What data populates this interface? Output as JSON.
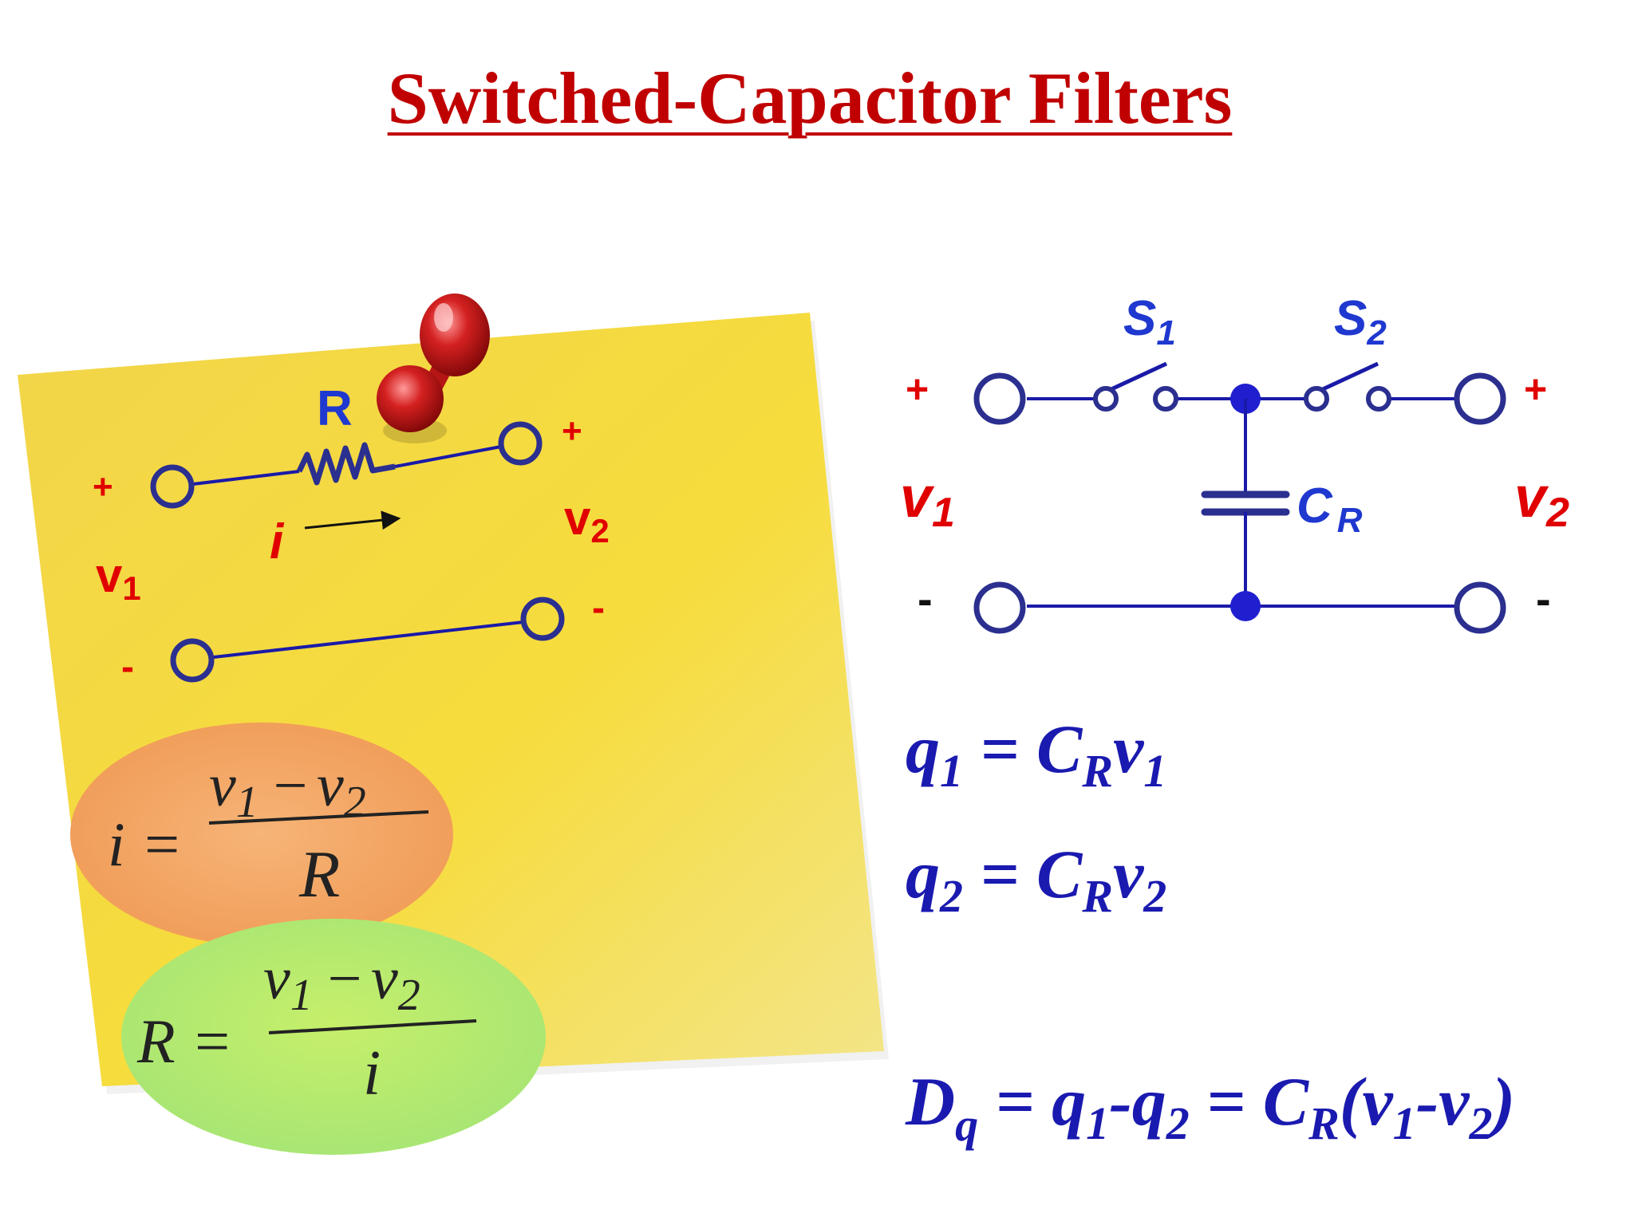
{
  "title": "Switched-Capacitor Filters",
  "colors": {
    "title": "#c00000",
    "label_red": "#e00000",
    "label_blue": "#1f38d0",
    "wire": "#1a1aa8",
    "terminal": "#2b2f8f",
    "equation": "#1a1ab0",
    "note_yellow": "#f7dc45",
    "ellipse_orange": "#f5a35c",
    "ellipse_green": "#b8ea5a"
  },
  "resistor_circuit": {
    "resistor_label": "R",
    "current_label": "i",
    "plus_left": "+",
    "plus_right": "+",
    "minus_left": "-",
    "minus_right": "-",
    "v1": "v",
    "v1_sub": "1",
    "v2": "v",
    "v2_sub": "2"
  },
  "formulas": {
    "current": {
      "lhs": "i =",
      "num_a": "v",
      "num_a_sub": "1",
      "minus": "−",
      "num_b": "v",
      "num_b_sub": "2",
      "den": "R"
    },
    "resistance": {
      "lhs": "R =",
      "num_a": "v",
      "num_a_sub": "1",
      "minus": "−",
      "num_b": "v",
      "num_b_sub": "2",
      "den": "i"
    }
  },
  "switched_circuit": {
    "s1": "S",
    "s1_sub": "1",
    "s2": "S",
    "s2_sub": "2",
    "cap": "C",
    "cap_sub": "R",
    "plus_left": "+",
    "plus_right": "+",
    "minus_left": "-",
    "minus_right": "-",
    "v1": "v",
    "v1_sub": "1",
    "v2": "v",
    "v2_sub": "2"
  },
  "equations": {
    "q1": {
      "q": "q",
      "q_sub": "1",
      "eq": " = ",
      "c": "C",
      "c_sub": "R",
      "v": "v",
      "v_sub": "1"
    },
    "q2": {
      "q": "q",
      "q_sub": "2",
      "eq": " = ",
      "c": "C",
      "c_sub": "R",
      "v": "v",
      "v_sub": "2"
    },
    "dq": {
      "d": "D",
      "d_sub": "q",
      "eq1": " = ",
      "q1": "q",
      "q1_sub": "1",
      "dash1": "-",
      "q2": "q",
      "q2_sub": "2",
      "eq2": " = ",
      "c": "C",
      "c_sub": "R",
      "open": "(",
      "v1": "v",
      "v1_sub": "1",
      "dash2": "-",
      "v2": "v",
      "v2_sub": "2",
      "close": ")"
    }
  }
}
